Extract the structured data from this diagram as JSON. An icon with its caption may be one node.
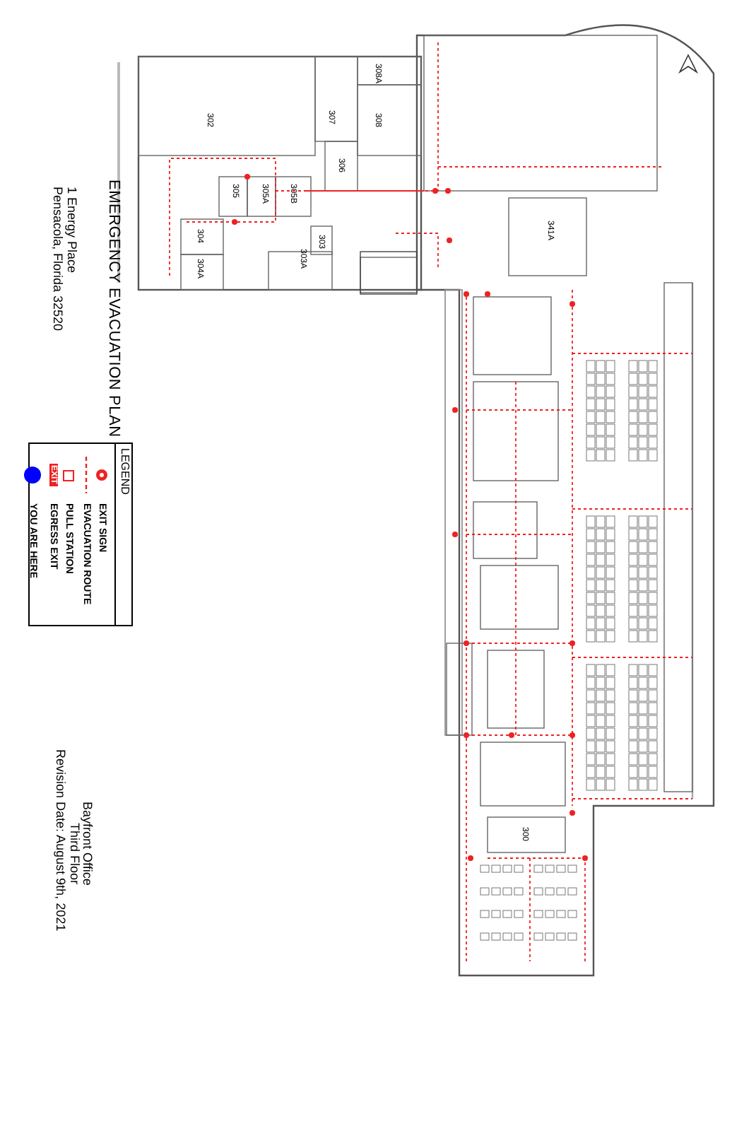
{
  "diagram": {
    "title": "EMERGENCY EVACUATION PLAN",
    "labels": [
      "1 Energy Place",
      "Pensacola, Florida  32520",
      "Bayfront Office",
      "Third Floor",
      "Revision Date: August 9th, 2021",
      "EXIT",
      "302",
      "307",
      "308A",
      "308",
      "306",
      "305",
      "305A",
      "305B",
      "304",
      "304A",
      "303",
      "303A",
      "341A",
      "300",
      "LEGEND"
    ],
    "legend": [
      {
        "text": "EXIT SIGN"
      },
      {
        "text": "EVACUATION ROUTE"
      },
      {
        "text": "PULL STATION"
      },
      {
        "text": "EGRESS EXIT"
      },
      {
        "text": "YOU ARE HERE",
        "color": "#0000ff"
      }
    ]
  }
}
